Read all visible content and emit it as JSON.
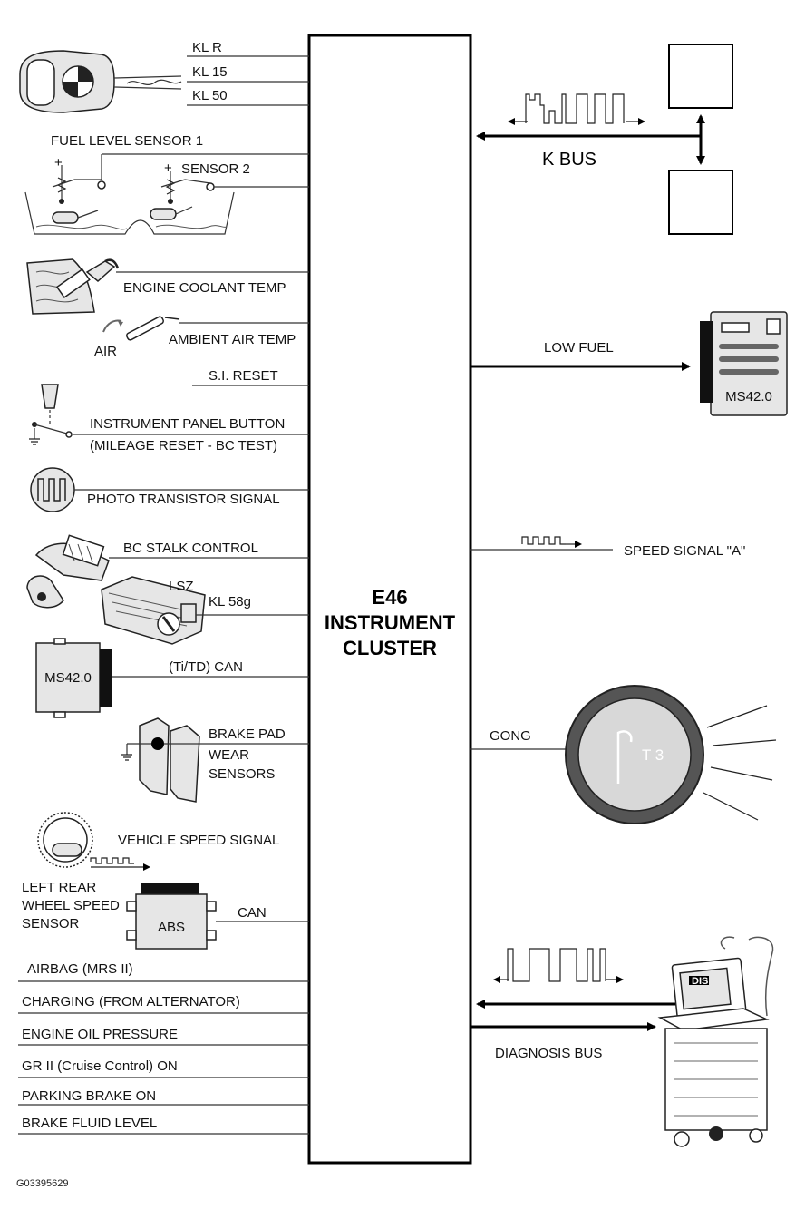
{
  "cluster": {
    "line1": "E46",
    "line2": "INSTRUMENT",
    "line3": "CLUSTER"
  },
  "left_inputs": {
    "kl_r": "KL R",
    "kl_15": "KL 15",
    "kl_50": "KL 50",
    "fuel_level_sensor_1": "FUEL LEVEL SENSOR 1",
    "sensor_2": "SENSOR 2",
    "engine_coolant_temp": "ENGINE COOLANT TEMP",
    "air": "AIR",
    "ambient_air_temp": "AMBIENT AIR TEMP",
    "si_reset": "S.I. RESET",
    "instrument_panel_button": "INSTRUMENT PANEL BUTTON",
    "mileage_reset": "(MILEAGE RESET - BC TEST)",
    "photo_transistor_signal": "PHOTO TRANSISTOR SIGNAL",
    "bc_stalk_control": "BC STALK CONTROL",
    "lsz": "LSZ",
    "kl_58g": "KL 58g",
    "ms42_left": "MS42.0",
    "ti_td_can": "(Ti/TD) CAN",
    "brake_pad": "BRAKE PAD",
    "wear": "WEAR",
    "sensors": "SENSORS",
    "vehicle_speed_signal": "VEHICLE SPEED SIGNAL",
    "left_rear_1": "LEFT REAR",
    "left_rear_2": "WHEEL SPEED",
    "left_rear_3": "SENSOR",
    "abs": "ABS",
    "can": "CAN",
    "airbag": "AIRBAG (MRS II)",
    "charging": "CHARGING (FROM ALTERNATOR)",
    "engine_oil_pressure": "ENGINE OIL PRESSURE",
    "gr_ii": "GR II (Cruise Control) ON",
    "parking_brake": "PARKING BRAKE ON",
    "brake_fluid_level": "BRAKE FLUID LEVEL"
  },
  "right_outputs": {
    "k_bus": "K BUS",
    "low_fuel": "LOW FUEL",
    "ms42_right": "MS42.0",
    "speed_signal_a": "SPEED SIGNAL \"A\"",
    "gong": "GONG",
    "t3": "T 3",
    "diagnosis_bus": "DIAGNOSIS BUS",
    "dis": "DIS"
  },
  "figure_id": "G03395629"
}
